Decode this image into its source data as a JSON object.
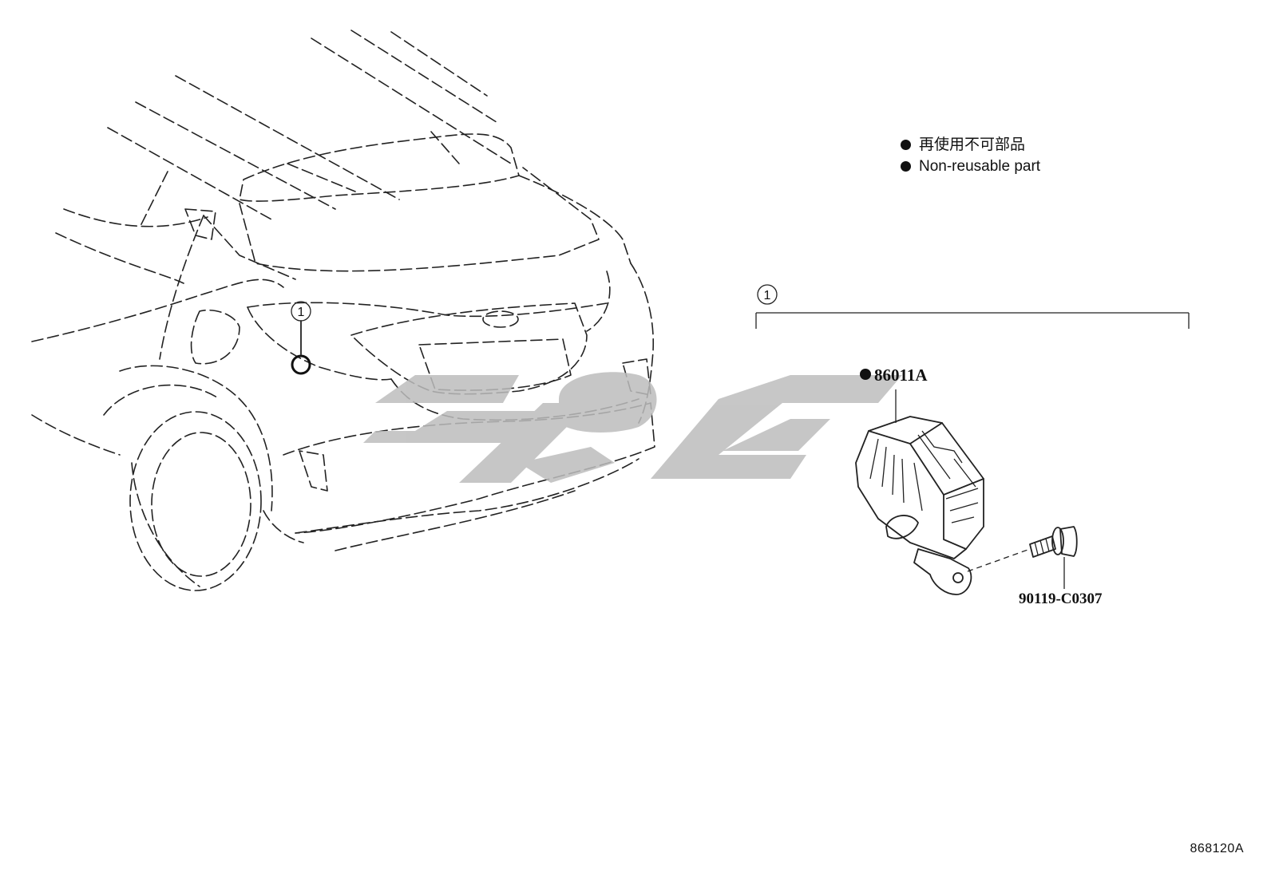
{
  "legend": {
    "items": [
      {
        "marker": "filled-dot",
        "text": "再使用不可部品"
      },
      {
        "marker": "filled-dot",
        "text": "Non-reusable part"
      }
    ]
  },
  "callouts": {
    "vehicle_ref": "1",
    "assembly_ref": "1"
  },
  "parts": {
    "module_number": "86011A",
    "module_non_reusable": true,
    "bolt_number": "90119-C0307"
  },
  "watermark": {
    "color": "#bdbdbd"
  },
  "diagram_code": "868120A"
}
